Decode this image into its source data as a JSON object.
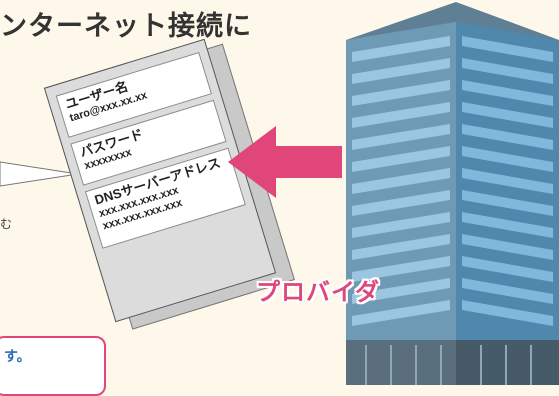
{
  "heading": "ンターネット接続に",
  "card": {
    "username_label": "ユーザー名",
    "username_value": "taro@xxx.xx.xx",
    "password_label": "パスワード",
    "password_value": "xxxxxxxx",
    "dns_label": "DNSサーバーアドレス",
    "dns_value_1": "xxx.xxx.xxx.xxx",
    "dns_value_2": "xxx.xxx.xxx.xxx"
  },
  "left_edge_text": "む",
  "provider_label": "プロバイダ",
  "note_text": "す。",
  "colors": {
    "background": "#fdf8ea",
    "accent_pink": "#e0467a",
    "building_blue": "#6fa5c6",
    "note_text_blue": "#2c6fb5"
  },
  "icons": {
    "arrow": "left-arrow-icon",
    "building": "office-building-icon"
  }
}
